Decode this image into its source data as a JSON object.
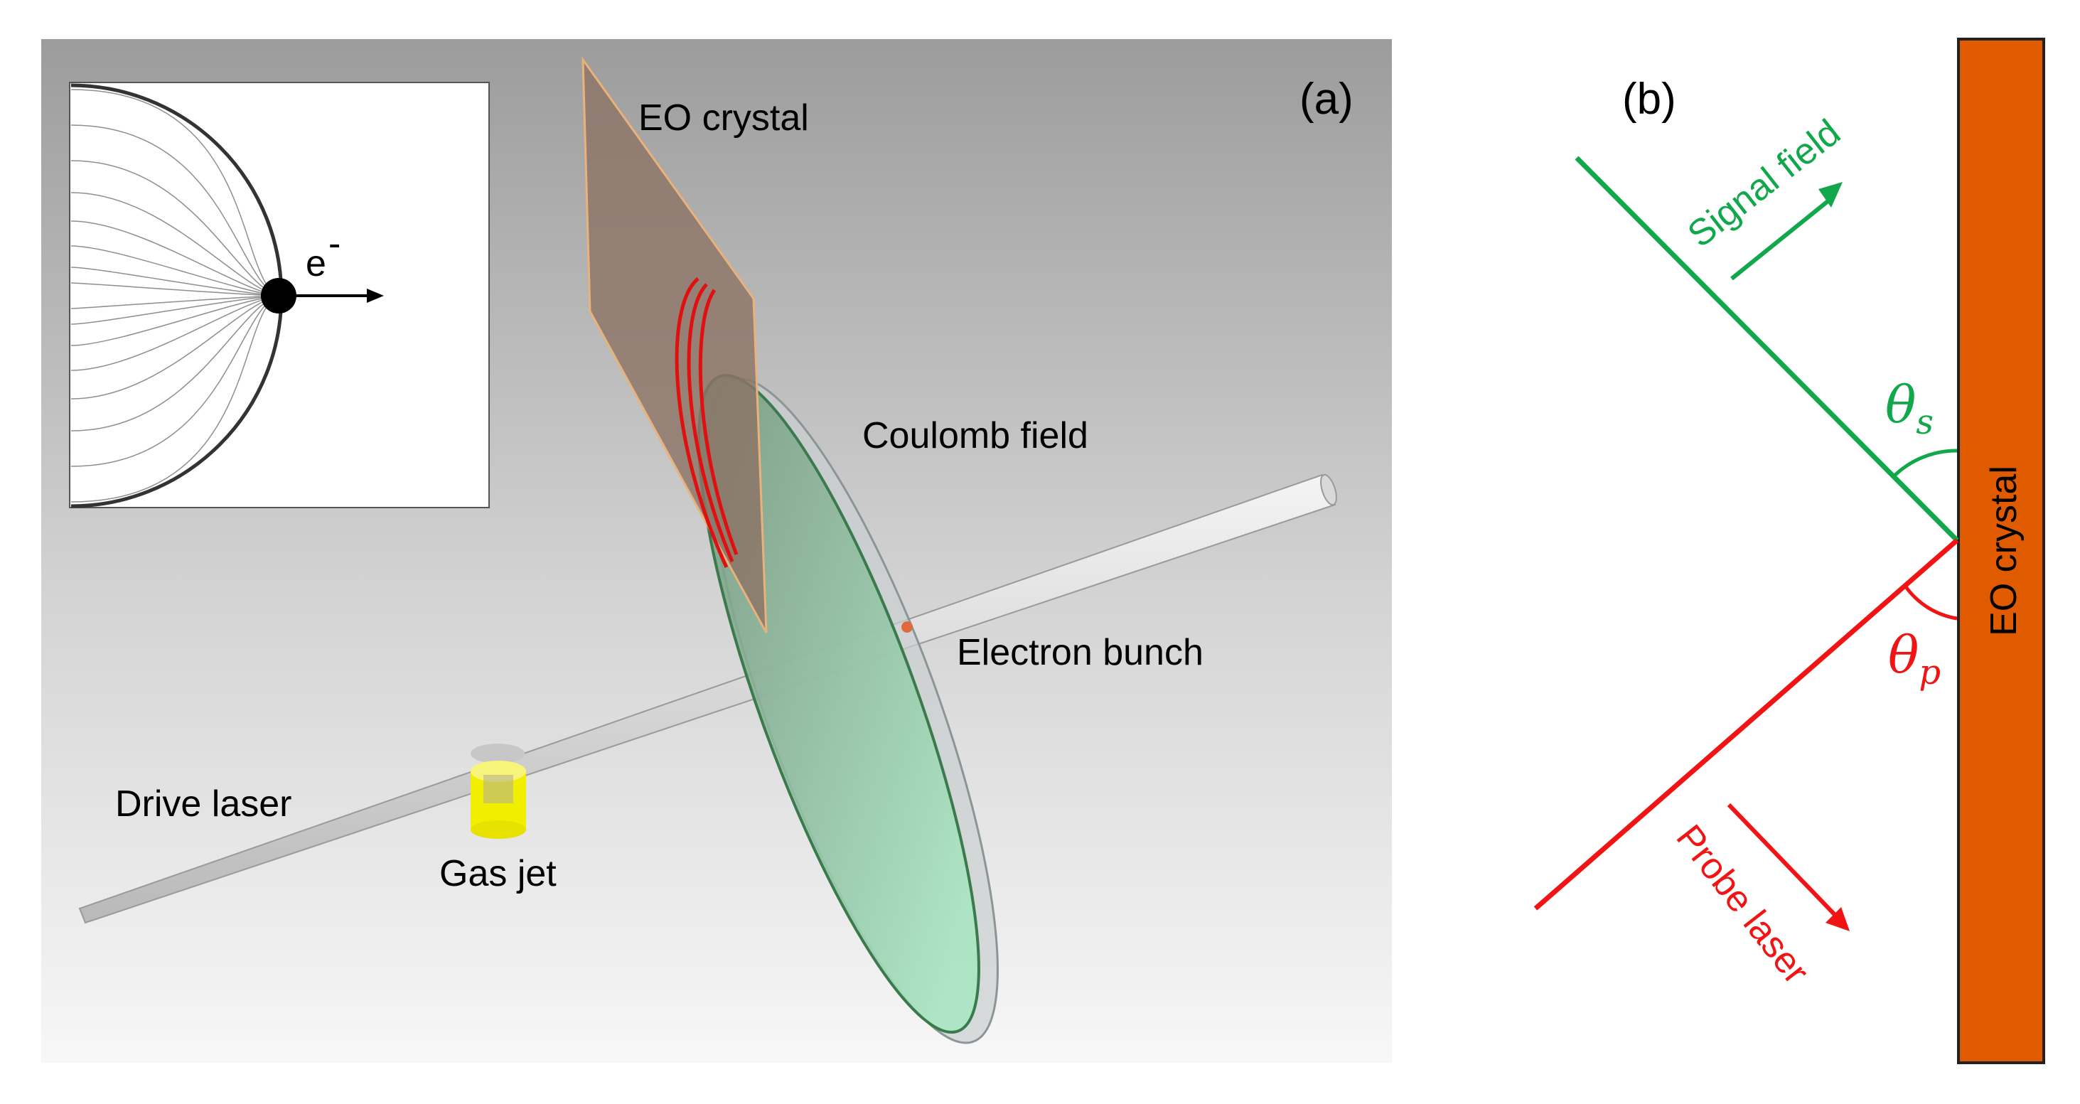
{
  "panel_a": {
    "label": "(a)",
    "electron_symbol": "e",
    "electron_charge": "-",
    "labels": {
      "eo_crystal": "EO crystal",
      "coulomb_field": "Coulomb field",
      "electron_bunch": "Electron bunch",
      "drive_laser": "Drive laser",
      "gas_jet": "Gas jet"
    }
  },
  "panel_b": {
    "label": "(b)",
    "signal_field": "Signal field",
    "probe_laser": "Probe laser",
    "eo_crystal": "EO crystal",
    "theta_s_base": "θ",
    "theta_s_sub": "s",
    "theta_p_base": "θ",
    "theta_p_sub": "p"
  },
  "colors": {
    "signal": "#10a84a",
    "probe": "#f01414",
    "crystal": "#e05a00",
    "gas_jet": "#f5f000"
  }
}
